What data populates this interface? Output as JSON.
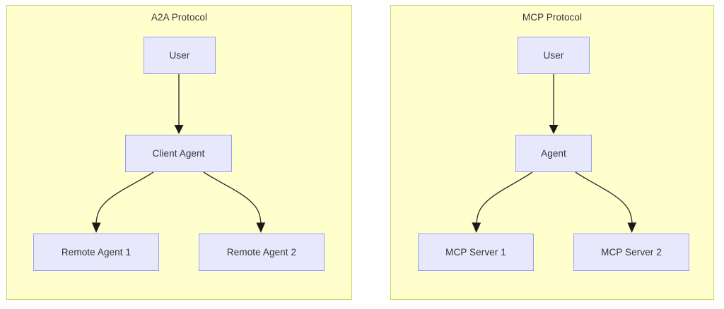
{
  "diagram": {
    "type": "flowchart",
    "background": "#ffffff",
    "cluster_fill": "#ffffce",
    "cluster_stroke": "#cfcf6d",
    "node_fill": "#e8e8fd",
    "node_stroke": "#9c9cf2",
    "text_color": "#333333",
    "edge_color": "#333333",
    "clusters": [
      {
        "id": "a2a",
        "title": "A2A Protocol",
        "nodes": [
          {
            "id": "a2a-user",
            "label": "User"
          },
          {
            "id": "a2a-client",
            "label": "Client Agent"
          },
          {
            "id": "a2a-remote1",
            "label": "Remote Agent 1"
          },
          {
            "id": "a2a-remote2",
            "label": "Remote Agent 2"
          }
        ],
        "edges": [
          {
            "from": "User",
            "to": "Client Agent",
            "style": "straight-arrow"
          },
          {
            "from": "Client Agent",
            "to": "Remote Agent 1",
            "style": "curved-arrow"
          },
          {
            "from": "Client Agent",
            "to": "Remote Agent 2",
            "style": "curved-arrow"
          }
        ]
      },
      {
        "id": "mcp",
        "title": "MCP Protocol",
        "nodes": [
          {
            "id": "mcp-user",
            "label": "User"
          },
          {
            "id": "mcp-agent",
            "label": "Agent"
          },
          {
            "id": "mcp-server1",
            "label": "MCP Server 1"
          },
          {
            "id": "mcp-server2",
            "label": "MCP Server 2"
          }
        ],
        "edges": [
          {
            "from": "User",
            "to": "Agent",
            "style": "straight-arrow"
          },
          {
            "from": "Agent",
            "to": "MCP Server 1",
            "style": "curved-arrow"
          },
          {
            "from": "Agent",
            "to": "MCP Server 2",
            "style": "curved-arrow"
          }
        ]
      }
    ]
  }
}
